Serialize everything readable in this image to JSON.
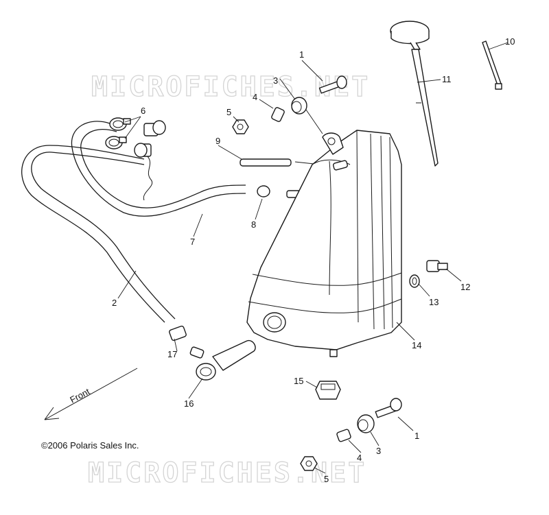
{
  "watermarks": [
    "MICROFICHES.NET",
    "MICROFICHES.NET"
  ],
  "copyright": "©2006 Polaris Sales Inc.",
  "direction_label": "Front",
  "callouts": {
    "c1a": "1",
    "c1b": "1",
    "c2": "2",
    "c3a": "3",
    "c3b": "3",
    "c4a": "4",
    "c4b": "4",
    "c5a": "5",
    "c5b": "5",
    "c6": "6",
    "c7": "7",
    "c8": "8",
    "c9": "9",
    "c10": "10",
    "c11": "11",
    "c12": "12",
    "c13": "13",
    "c14": "14",
    "c15": "15",
    "c16": "16",
    "c17": "17"
  }
}
